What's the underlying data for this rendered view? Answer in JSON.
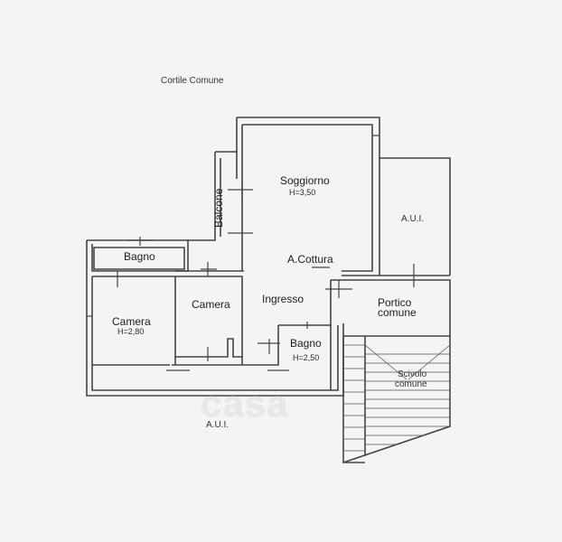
{
  "labels": {
    "cortile": "Cortile Comune",
    "soggiorno": "Soggiorno",
    "soggiorno_h": "H=3,50",
    "balcone": "Balcone",
    "bagno_top": "Bagno",
    "cottura": "A.Cottura",
    "aui_right": "A.U.I.",
    "camera_small": "Camera",
    "ingresso": "Ingresso",
    "portico_1": "Portico",
    "portico_2": "comune",
    "camera_big": "Camera",
    "camera_big_h": "H=2,80",
    "bagno_bottom": "Bagno",
    "bagno_bottom_h": "H=2,50",
    "scivolo_1": "Scivolo",
    "scivolo_2": "comune",
    "aui_bottom": "A.U.I."
  },
  "watermark": "casa",
  "colors": {
    "wall": "#444444",
    "background": "#f4f4f2"
  }
}
